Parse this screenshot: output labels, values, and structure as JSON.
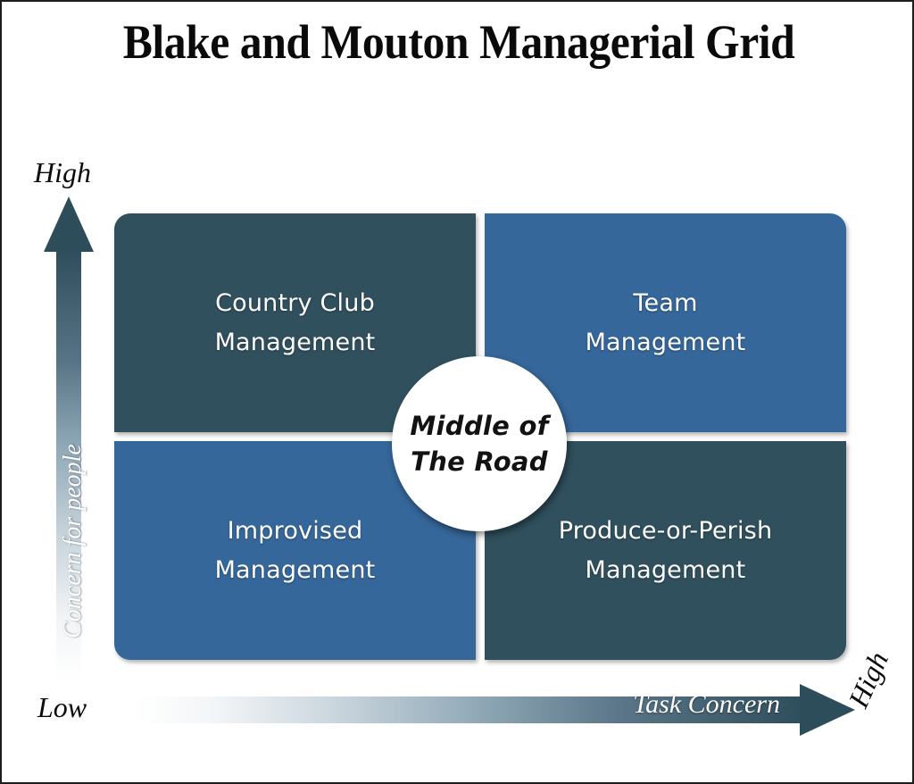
{
  "title": "Blake and Mouton Managerial Grid",
  "colors": {
    "dark_slate": "#30505E",
    "steel_blue": "#36679A",
    "background": "#FFFFFF",
    "text_light": "#FFFFFF",
    "text_dark": "#0C0C0C",
    "frame_border": "#1D1D1D"
  },
  "quadrants": [
    {
      "id": "country-club",
      "position": "top-left",
      "line1": "Country Club",
      "line2": "Management",
      "color": "#30505E"
    },
    {
      "id": "team",
      "position": "top-right",
      "line1": "Team",
      "line2": "Management",
      "color": "#36679A"
    },
    {
      "id": "improvised",
      "position": "bottom-left",
      "line1": "Improvised",
      "line2": "Management",
      "color": "#36679A"
    },
    {
      "id": "produce-or-perish",
      "position": "bottom-right",
      "line1": "Produce-or-Perish",
      "line2": "Management",
      "color": "#30505E"
    }
  ],
  "center": {
    "line1": "Middle of",
    "line2": "The Road"
  },
  "axes": {
    "y": {
      "title": "Concern for people",
      "high_label": "High",
      "direction": "up",
      "gradient_from": "#FFFFFF",
      "gradient_to": "#30505E"
    },
    "x": {
      "title": "Task Concern",
      "low_label": "Low",
      "high_label": "High",
      "direction": "right",
      "gradient_from": "#FFFFFF",
      "gradient_to": "#30505E"
    }
  }
}
